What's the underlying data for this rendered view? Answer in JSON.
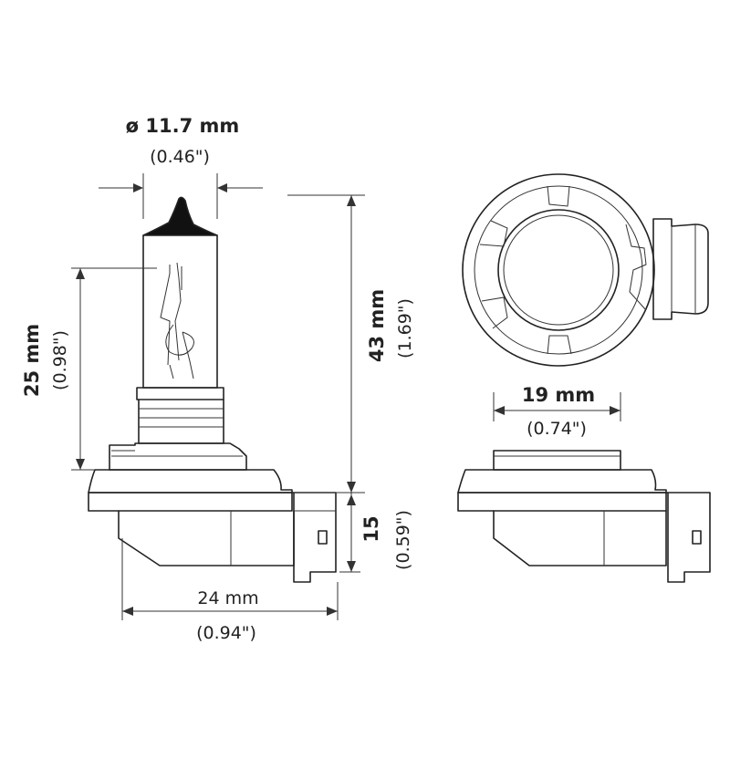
{
  "colors": {
    "line": "#222222",
    "background": "#ffffff"
  },
  "dimensions": {
    "diameter": {
      "metric": "ø 11.7 mm",
      "imperial": "(0.46\")"
    },
    "height_total": {
      "metric": "43 mm",
      "imperial": "(1.69\")"
    },
    "height_glass": {
      "metric": "25 mm",
      "imperial": "(0.98\")"
    },
    "base_height": {
      "metric": "15",
      "imperial": "(0.59\")"
    },
    "base_width": {
      "metric": "24 mm",
      "imperial": "(0.94\")"
    },
    "flange_width": {
      "metric": "19 mm",
      "imperial": "(0.74\")"
    }
  }
}
